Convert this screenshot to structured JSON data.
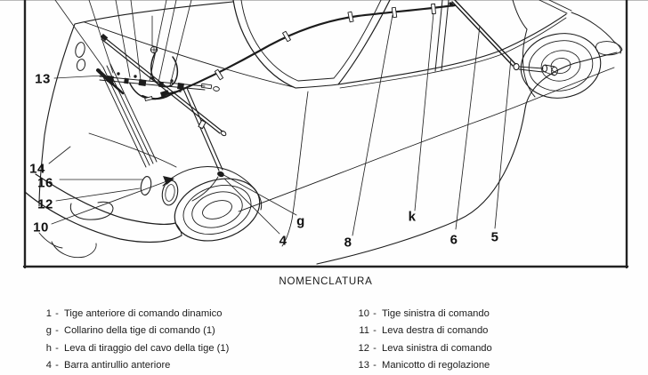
{
  "page": {
    "background": "#fefefe",
    "ink": "#1c1c1c"
  },
  "figure": {
    "callouts": [
      {
        "id": "13",
        "label": "13"
      },
      {
        "id": "14",
        "label": "14"
      },
      {
        "id": "16",
        "label": "16"
      },
      {
        "id": "12",
        "label": "12"
      },
      {
        "id": "10",
        "label": "10"
      },
      {
        "id": "4",
        "label": "4"
      },
      {
        "id": "g",
        "label": "g"
      },
      {
        "id": "8",
        "label": "8"
      },
      {
        "id": "k",
        "label": "k"
      },
      {
        "id": "6",
        "label": "6"
      },
      {
        "id": "5",
        "label": "5"
      }
    ]
  },
  "nomenclature": {
    "title": "NOMENCLATURA",
    "separator": "-",
    "left_column": [
      {
        "key": "1",
        "text": "Tige anteriore di comando dinamico"
      },
      {
        "key": "g",
        "text": "Collarino della tige di comando (1)"
      },
      {
        "key": "h",
        "text": "Leva di tiraggio del cavo della tige (1)"
      },
      {
        "key": "4",
        "text": "Barra antirullio anteriore"
      }
    ],
    "right_column": [
      {
        "key": "10",
        "text": "Tige sinistra di comando"
      },
      {
        "key": "11",
        "text": "Leva destra di comando"
      },
      {
        "key": "12",
        "text": "Leva sinistra di comando"
      },
      {
        "key": "13",
        "text": "Manicotto di regolazione"
      }
    ]
  }
}
